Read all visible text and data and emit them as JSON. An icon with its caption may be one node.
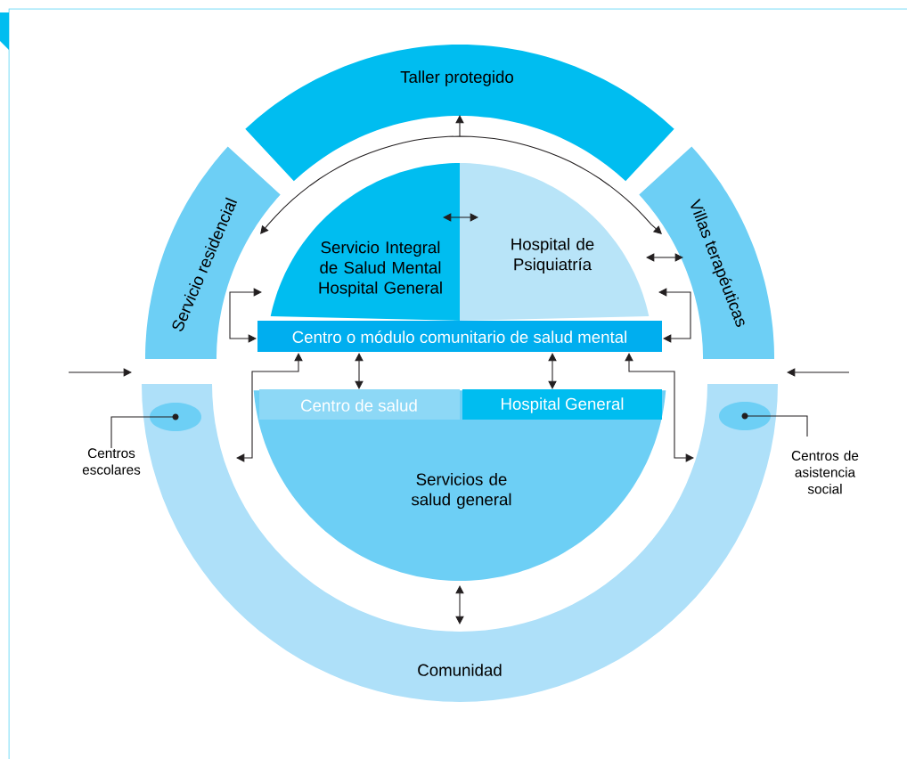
{
  "diagram": {
    "nodes": [
      {
        "text": [
          "Taller protegido"
        ]
      },
      {
        "text": [
          "Servicio residencial"
        ]
      },
      {
        "text": [
          "Villas terapéuticas"
        ]
      },
      {
        "text": [
          "Servicio Integral de Salud Mental Hospital General"
        ]
      },
      {
        "text": [
          "Hospital de Psiquiatría"
        ]
      },
      {
        "text": [
          "Centro o módulo comunitario de salud mental"
        ]
      },
      {
        "text": [
          "Servicios de salud general"
        ]
      },
      {
        "text": [
          "Centro de salud"
        ],
        "in": 6
      },
      {
        "text": [
          "Hospital General"
        ],
        "in": 6
      },
      {
        "text": [
          "Comunidad"
        ]
      },
      {
        "text": [],
        "shape": "ellipse",
        "in": 9
      },
      {
        "text": [],
        "shape": "ellipse",
        "in": 9
      },
      {
        "text": [
          "Centros escolares"
        ]
      },
      {
        "text": [
          "Centros de asistencia social"
        ]
      }
    ],
    "edges": [
      {
        "from": 1,
        "to": 2,
        "arrow": "both"
      },
      {
        "from": null,
        "to": 0,
        "arrow": "to"
      },
      {
        "from": 3,
        "to": 4,
        "arrow": "both"
      },
      {
        "from": 4,
        "to": 2,
        "arrow": "both"
      },
      {
        "from": 3,
        "to": 5,
        "arrow": "both"
      },
      {
        "from": 4,
        "to": 5,
        "arrow": "both"
      },
      {
        "from": 5,
        "to": 7,
        "arrow": "both"
      },
      {
        "from": 5,
        "to": 8,
        "arrow": "both"
      },
      {
        "from": 5,
        "to": 9,
        "arrow": "both"
      },
      {
        "from": 5,
        "to": 9,
        "arrow": "both"
      },
      {
        "from": 6,
        "to": 9,
        "arrow": "both"
      },
      {
        "from": 12,
        "to": 10,
        "arrow": "none"
      },
      {
        "from": 13,
        "to": 11,
        "arrow": "none"
      }
    ]
  }
}
